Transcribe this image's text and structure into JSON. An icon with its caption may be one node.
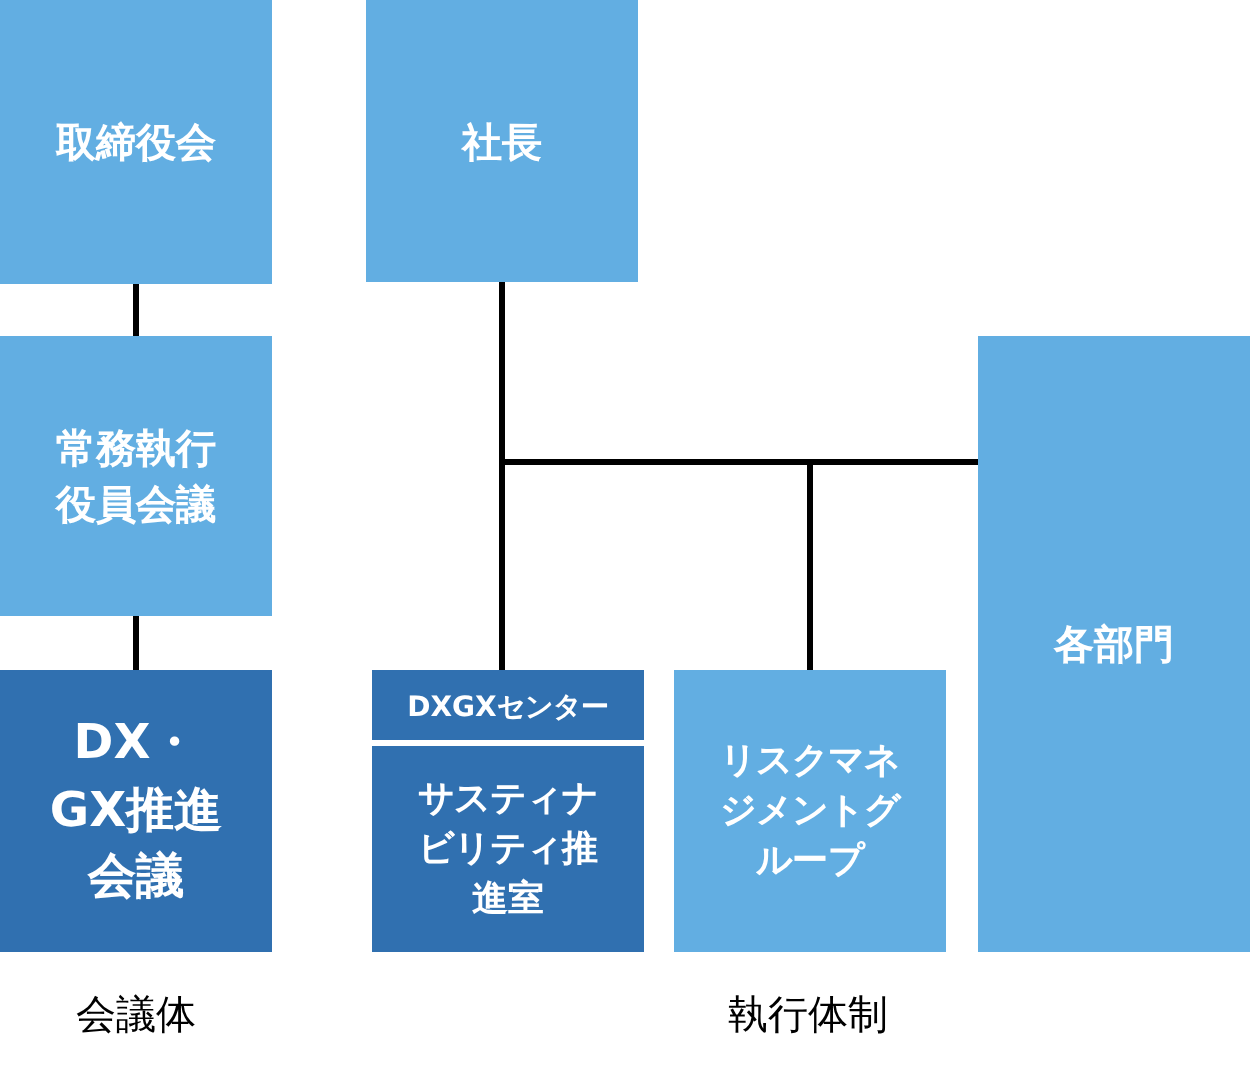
{
  "diagram": {
    "nodes": [
      {
        "text": [
          "取締役会"
        ]
      },
      {
        "text": [
          "常務執行役員会議"
        ]
      },
      {
        "text": [
          "DX・GX推進会議"
        ]
      },
      {
        "text": [
          "社長"
        ]
      },
      {
        "text": [
          "DXGXセンター",
          "サスティナビリティ推進室"
        ]
      },
      {
        "text": [
          "リスクマネジメントグループ"
        ]
      },
      {
        "text": [
          "各部門"
        ]
      }
    ],
    "edges": [
      {
        "from": 0,
        "to": 1,
        "arrow": "none"
      },
      {
        "from": 1,
        "to": 2,
        "arrow": "none"
      },
      {
        "from": 3,
        "to": 4,
        "arrow": "none"
      },
      {
        "from": 3,
        "to": 5,
        "arrow": "none"
      },
      {
        "from": 3,
        "to": 6,
        "arrow": "none"
      }
    ],
    "labels": [
      "会議体",
      "執行体制"
    ]
  }
}
